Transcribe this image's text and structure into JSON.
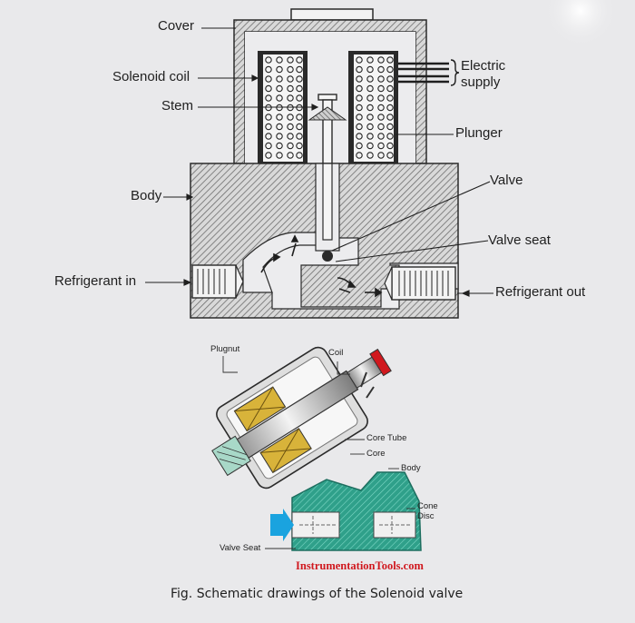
{
  "labels": {
    "cover": "Cover",
    "solenoid_coil": "Solenoid coil",
    "stem": "Stem",
    "electric_supply_line1": "Electric",
    "electric_supply_line2": "supply",
    "plunger": "Plunger",
    "body": "Body",
    "valve": "Valve",
    "valve_seat": "Valve seat",
    "refrigerant_in": "Refrigerant in",
    "refrigerant_out": "Refrigerant out"
  },
  "lower_labels": {
    "plugnut": "Plugnut",
    "coil": "Coil",
    "core_tube": "Core Tube",
    "core": "Core",
    "body": "Body",
    "cone_disc_line1": "Cone",
    "cone_disc_line2": "Disc",
    "valve_seat": "Valve Seat"
  },
  "watermark": "InstrumentationTools.com",
  "caption": "Fig. Schematic drawings of the Solenoid valve",
  "colors": {
    "hatch": "#7a7a7a",
    "outline": "#2a2a2a",
    "teal": "#2fa08a",
    "yellow_coil": "#d8b33a",
    "brand_red": "#d0181e",
    "arrow_blue": "#1aa3df"
  }
}
